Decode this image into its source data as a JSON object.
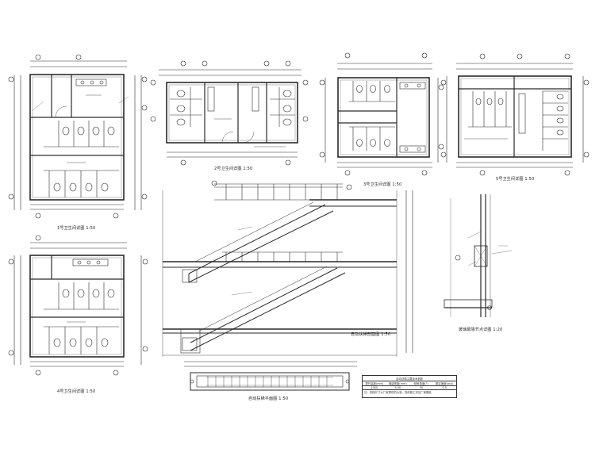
{
  "colors": {
    "line": "#2a2a2a",
    "thin": "#555555",
    "wall": "#666666",
    "paper": "#ffffff"
  },
  "plans": {
    "p1": {
      "title": "1号卫生间详图",
      "scale": "1:50"
    },
    "p2": {
      "title": "2号卫生间详图",
      "scale": "1:50"
    },
    "p3": {
      "title": "3号卫生间详图",
      "scale": "1:50"
    },
    "p4": {
      "title": "4号卫生间详图",
      "scale": "1:50"
    },
    "p5": {
      "title": "5号卫生间详图",
      "scale": "1:50"
    }
  },
  "escalator": {
    "section_title": "自动扶梯剖面图",
    "section_scale": "1:50",
    "plan_title": "自动扶梯平面图",
    "plan_scale": "1:50"
  },
  "glass_node": {
    "title": "玻璃幕墙节点详图",
    "scale": "1:20"
  },
  "spec_table": {
    "header": "自动扶梯主要技术参数",
    "cols": [
      "提升高度(mm)",
      "梯级宽度(mm)",
      "倾斜角度(°)",
      "额定速度(m/s)"
    ],
    "row": [
      "1000",
      "5.00",
      "30",
      "0.5"
    ],
    "note": "注：扶梯尺寸以厂家提供的为准，具体施工详见厂家图纸"
  }
}
